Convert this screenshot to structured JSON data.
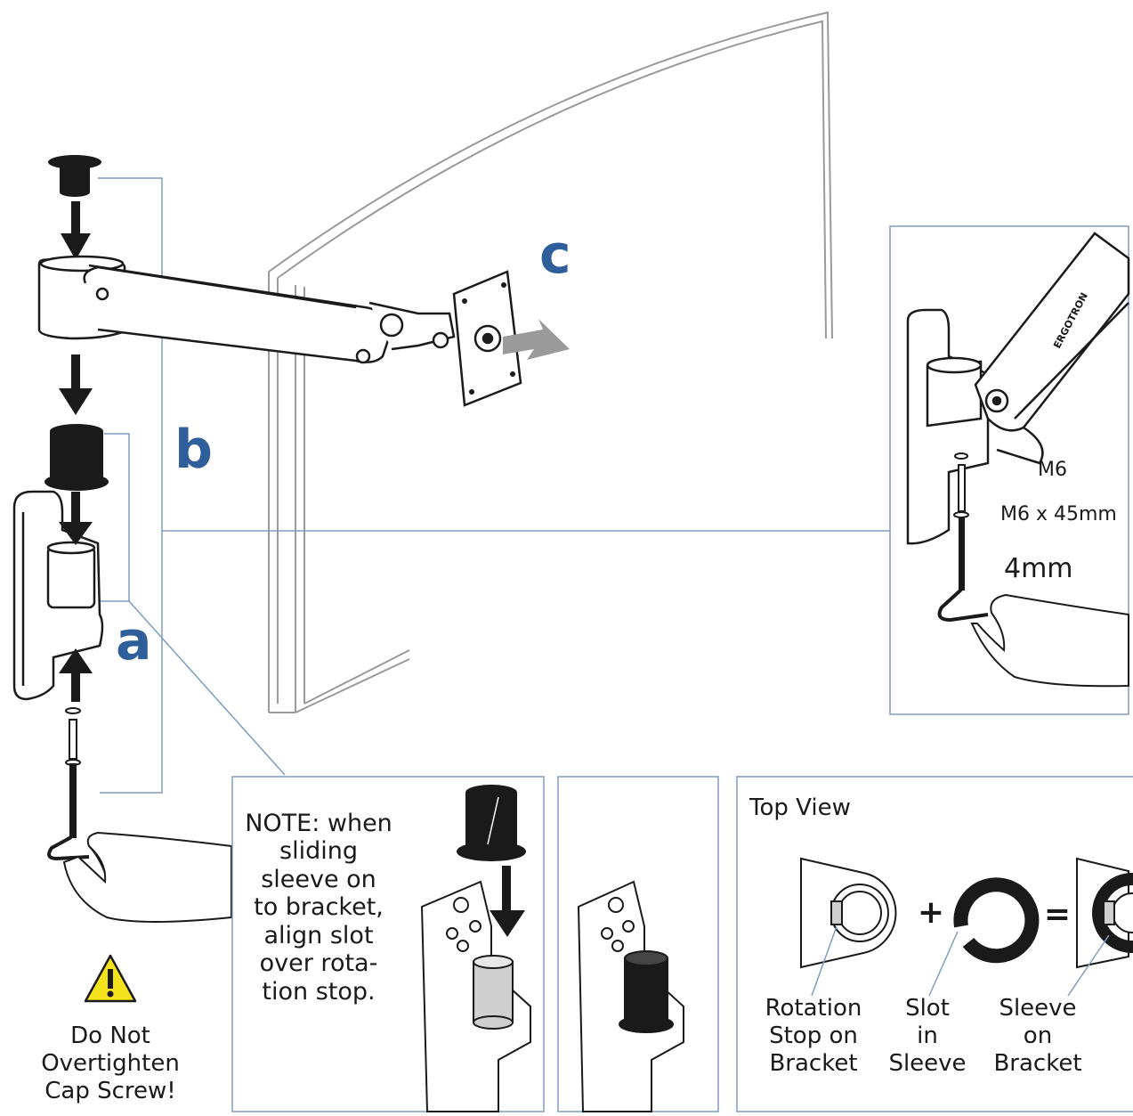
{
  "labels": {
    "a": "a",
    "b": "b",
    "c": "c"
  },
  "detail_right": {
    "brand": "ERGOTRON",
    "washer": "M6",
    "screw": "M6 x 45mm",
    "hex_key": "4mm"
  },
  "warning": {
    "line1": "Do Not",
    "line2": "Overtighten",
    "line3": "Cap Screw!"
  },
  "note_panel": {
    "lines": [
      "NOTE: when",
      "sliding",
      "sleeve on",
      "to bracket,",
      "align slot",
      "over rota-",
      "tion stop."
    ]
  },
  "top_view": {
    "title": "Top View",
    "plus": "+",
    "equals": "=",
    "captions": [
      {
        "l1": "Rotation",
        "l2": "Stop on",
        "l3": "Bracket"
      },
      {
        "l1": "Slot",
        "l2": "in",
        "l3": "Sleeve"
      },
      {
        "l1": "Sleeve",
        "l2": "on",
        "l3": "Bracket"
      }
    ]
  },
  "colors": {
    "accent_blue": "#2f5f9a",
    "frame_line": "#7f9cc0",
    "ink": "#1a1a1a",
    "gray_fill": "#cfcfcf",
    "warning_yellow": "#f4e21c"
  }
}
